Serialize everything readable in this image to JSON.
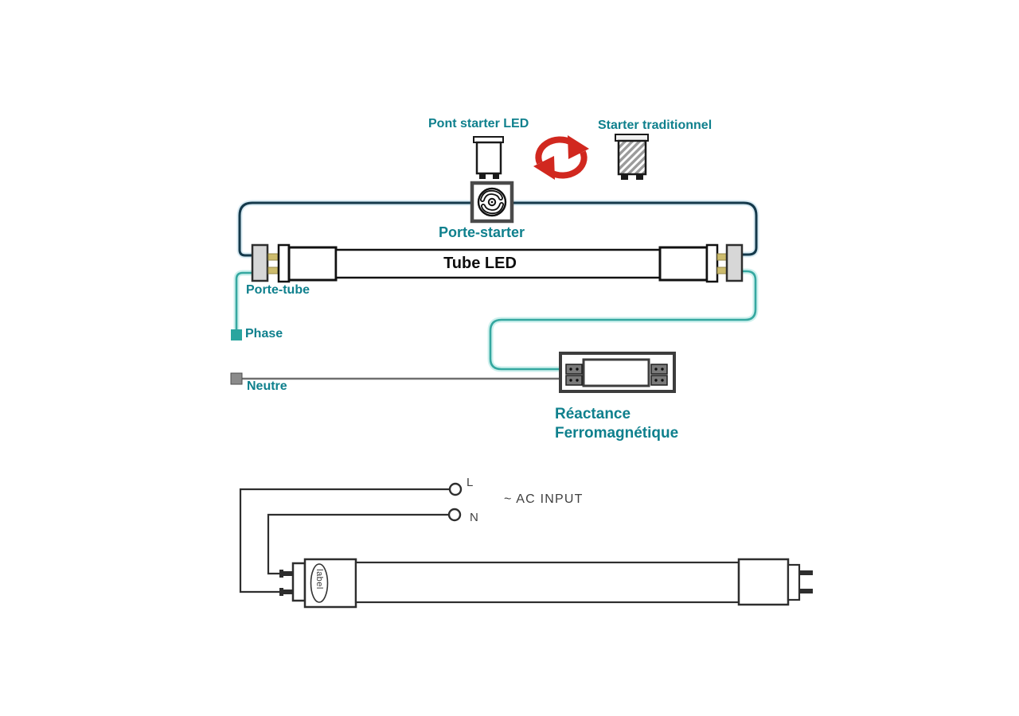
{
  "top_diagram": {
    "pont_starter_led_label": "Pont starter LED",
    "starter_traditionnel_label": "Starter traditionnel",
    "porte_starter_label": "Porte-starter",
    "tube_led_label": "Tube LED",
    "porte_tube_label": "Porte-tube",
    "phase_label": "Phase",
    "neutre_label": "Neutre",
    "reactance_label_line1": "Réactance",
    "reactance_label_line2": "Ferromagnétique"
  },
  "bottom_diagram": {
    "l_label": "L",
    "n_label": "N",
    "ac_input_label": "~ AC INPUT",
    "tube_sticker_label": "label"
  },
  "icons": {
    "swap_icon": "circular-red-arrows",
    "led_starter_icon": "starter-can-outline",
    "traditional_starter_icon": "starter-can-hatched",
    "porte_starter_icon": "starter-socket-slots"
  },
  "colors": {
    "teal_text": "#0f808d",
    "wire_dark_navy": "#14394b",
    "wire_teal": "#35a8a0",
    "wire_gray": "#6f6f6f",
    "line_black": "#2e2e2e",
    "swap_arrows_red": "#d1281f",
    "pin_yellow": "#cdbc6d",
    "holder_gray": "#d7d7d7"
  }
}
